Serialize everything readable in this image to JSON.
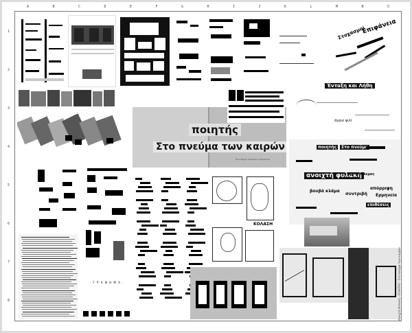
{
  "top_ticks": [
    "A",
    "B",
    "C",
    "D",
    "E",
    "F",
    "G",
    "H",
    "I",
    "J",
    "K",
    "L",
    "M",
    "N",
    "O"
  ],
  "left_ticks": [
    "1",
    "2",
    "3",
    "4",
    "5",
    "6",
    "7",
    "8"
  ],
  "spread": {
    "word_top": "ποιητής",
    "word_bottom": "Στο πνεύμα των καιρών",
    "small_caption": "Ένα αρχείο σωζόμενο ποιημάτων"
  },
  "phrases": {
    "a": "Επιφάνεια",
    "b": "Στοχασμοί",
    "c": "Ένταξη και Λήθη",
    "d": "άγριο φιλί",
    "e": "ανοιχτή φυλακή",
    "f": "ποιητής",
    "g": "Στο πνεύμα",
    "h": "βουβά κλάμα",
    "i": "συντριβή",
    "j": "απόρριψη",
    "k": "επιθέσεις",
    "l": "χαρτοπόλεμος",
    "m": "Ερμηνεία"
  },
  "comic": {
    "label": "ΚΟΛΑΣΗ"
  },
  "centre_caption": "· Γ Ρ Α Φ Η Μ Α ·",
  "credit_text": "Ανοιχτή Φυλακή · ΠΟΙΗΤΗΣ · Στο πνεύμα των καιρών"
}
